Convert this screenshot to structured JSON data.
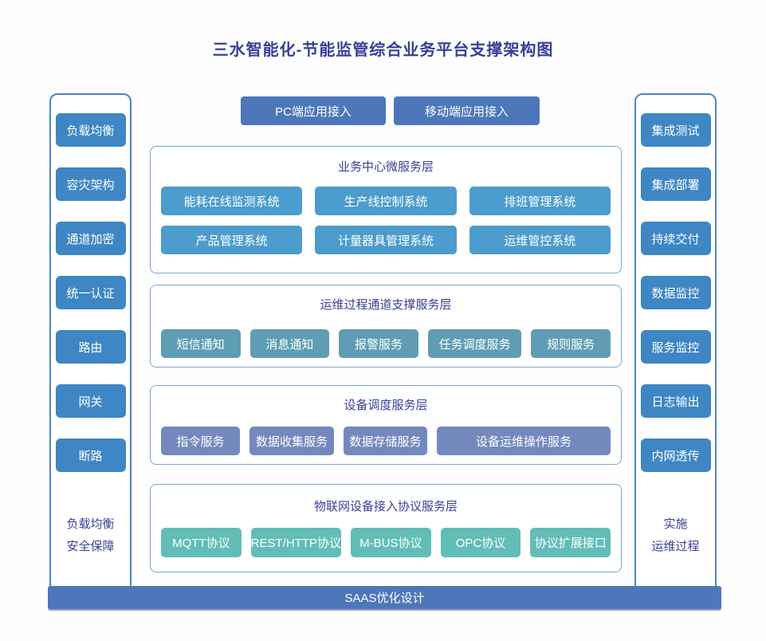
{
  "title": "三水智能化-节能监管综合业务平台支撑架构图",
  "top_access": {
    "pc": "PC端应用接入",
    "mobile": "移动端应用接入"
  },
  "left_panel": {
    "items": [
      "负载均衡",
      "容灾架构",
      "通道加密",
      "统一认证",
      "路由",
      "网关",
      "断路"
    ],
    "caption_line1": "负载均衡",
    "caption_line2": "安全保障"
  },
  "right_panel": {
    "items": [
      "集成测试",
      "集成部署",
      "持续交付",
      "数据监控",
      "服务监控",
      "日志输出",
      "内网透传"
    ],
    "caption_line1": "实施",
    "caption_line2": "运维过程"
  },
  "layers": [
    {
      "title": "业务中心微服务层",
      "items": [
        "能耗在线监测系统",
        "生产线控制系统",
        "排班管理系统",
        "产品管理系统",
        "计量器具管理系统",
        "运维管控系统"
      ]
    },
    {
      "title": "运维过程通道支撑服务层",
      "items": [
        "短信通知",
        "消息通知",
        "报警服务",
        "任务调度服务",
        "规则服务"
      ]
    },
    {
      "title": "设备调度服务层",
      "items": [
        "指令服务",
        "数据收集服务",
        "数据存储服务",
        "设备运维操作服务"
      ]
    },
    {
      "title": "物联网设备接入协议服务层",
      "items": [
        "MQTT协议",
        "REST/HTTP协议",
        "M-BUS协议",
        "OPC协议",
        "协议扩展接口"
      ]
    }
  ],
  "footer": {
    "label": "SAAS优化设计"
  },
  "colors": {
    "title_text": "#393f97",
    "primary_blue": "#4d77bb",
    "side_button_blue": "#3e86c4",
    "layer1_blue": "#4c9ccd",
    "layer2_teal_blue": "#5f9db5",
    "layer3_slate_blue": "#7389be",
    "layer4_teal": "#62bdb7"
  }
}
